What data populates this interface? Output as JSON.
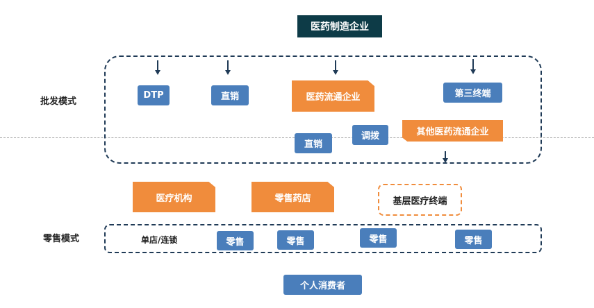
{
  "top_node": "医药制造企业",
  "modes": {
    "wholesale": "批发模式",
    "retail": "零售模式"
  },
  "wholesale_nodes": {
    "dtp": "DTP",
    "direct_sale_top": "直销",
    "pharma_distributor": "医药流通企业",
    "third_terminal": "第三终端",
    "direct_sale_bottom": "直销",
    "allocation": "调拨",
    "other_distributor": "其他医药流通企业"
  },
  "channel_nodes": {
    "medical_institution": "医疗机构",
    "retail_pharmacy": "零售药店",
    "primary_care": "基层医疗终端"
  },
  "retail_row": {
    "store_chain": "单店/连锁",
    "retail_1": "零售",
    "retail_2": "零售",
    "retail_3": "零售",
    "retail_4": "零售"
  },
  "consumer": "个人消费者",
  "colors": {
    "dark": "#0d3b47",
    "blue": "#4a7ebb",
    "orange": "#f08c3c",
    "dashed_border": "#1f3a56"
  }
}
